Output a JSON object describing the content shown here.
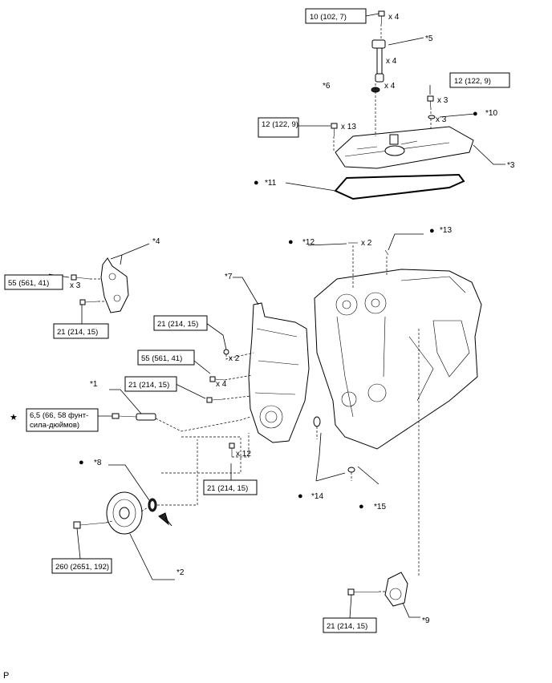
{
  "torque_specs": {
    "t1": "10 (102, 7)",
    "t2": "12 (122, 9)",
    "t3": "12 (122, 9)",
    "t4": "55 (561, 41)",
    "t5": "21 (214, 15)",
    "t6": "21 (214, 15)",
    "t7": "55 (561, 41)",
    "t8": "21 (214, 15)",
    "t9_line1": "6,5 (66, 58 фунт-",
    "t9_line2": "сила-дюймов)",
    "t10": "21 (214, 15)",
    "t11": "260 (2651, 192)",
    "t12": "21 (214, 15)"
  },
  "callouts": {
    "c1": "*1",
    "c2": "*2",
    "c3": "*3",
    "c4": "*4",
    "c5": "*5",
    "c6": "*6",
    "c7": "*7",
    "c8": "*8",
    "c9": "*9",
    "c10": "*10",
    "c11": "*11",
    "c12": "*12",
    "c13": "*13",
    "c14": "*14",
    "c15": "*15"
  },
  "quantities": {
    "q_x4_a": "x 4",
    "q_x4_b": "x 4",
    "q_x4_c": "x 4",
    "q_x3_a": "x 3",
    "q_x3_b": "x 3",
    "q_x13": "x 13",
    "q_x2_a": "x 2",
    "q_x3_c": "x 3",
    "q_x2_b": "x 2",
    "q_x4_d": "x 4",
    "q_x12": "x 12"
  },
  "marks": {
    "bullet": "●",
    "star": "★"
  },
  "corner_label": "P"
}
